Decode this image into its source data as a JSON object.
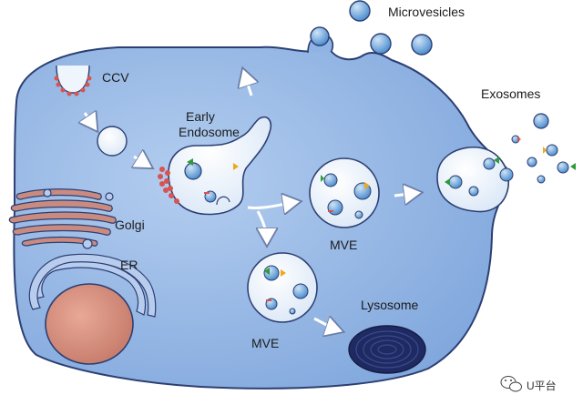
{
  "labels": {
    "ccv": "CCV",
    "early_line1": "Early",
    "early_line2": "Endosome",
    "golgi": "Golgi",
    "er": "ER",
    "mve_right": "MVE",
    "mve_bottom": "MVE",
    "lysosome": "Lysosome",
    "microvesicles": "Microvesicles",
    "exosomes": "Exosomes"
  },
  "watermark": {
    "text": "U平台",
    "icon": "wechat-icon"
  },
  "colors": {
    "cell_fill": "#8fb3e3",
    "cell_stroke": "#2c3f73",
    "vesicle_fill": "#eef5fc",
    "exosome_fill": "#6ea6d9",
    "golgi_fill": "#c98b80",
    "nucleus_fill": "#d28a78",
    "lysosome_fill": "#1f2a63",
    "ccv_coat": "#d9534f",
    "marker_green": "#2e9a3a",
    "marker_yellow": "#f0a81a"
  }
}
